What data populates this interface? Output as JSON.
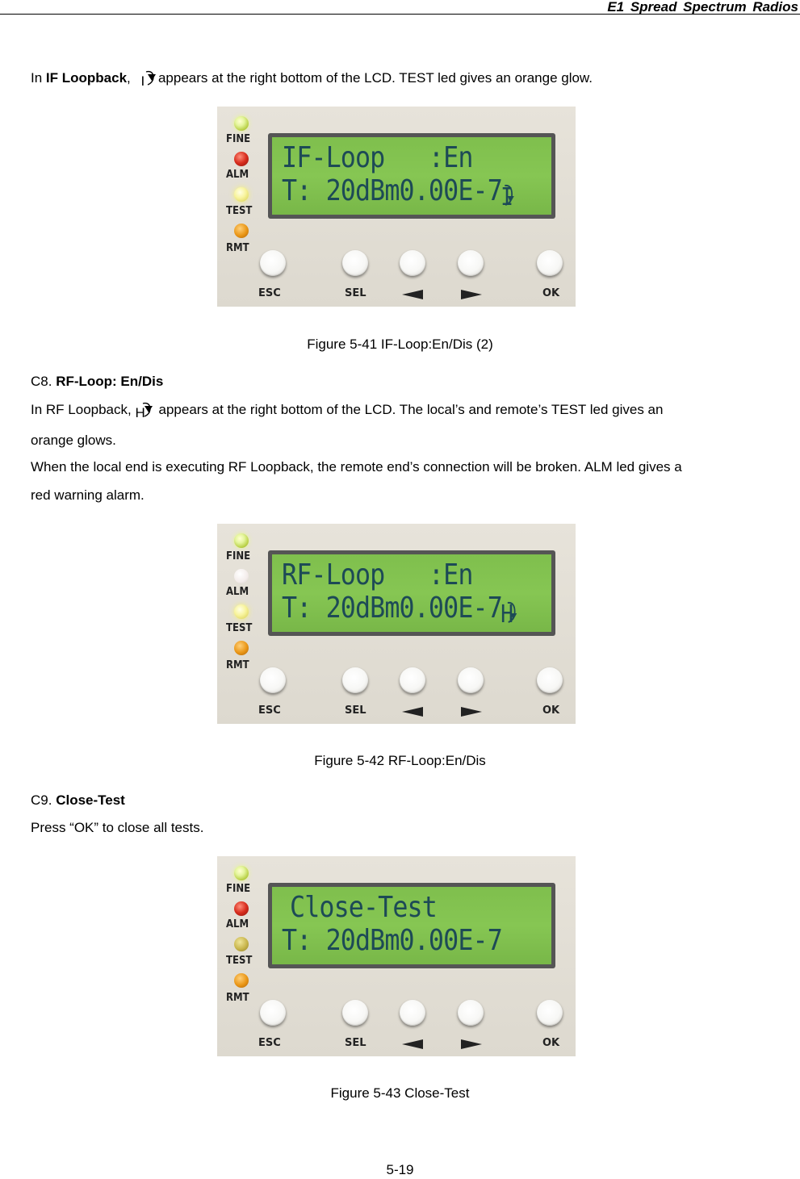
{
  "header": {
    "title": "E1 Spread Spectrum Radios"
  },
  "intro": {
    "text_before": "In ",
    "bold": "IF Loopback",
    "text_comma": ",",
    "icon_letter": "I",
    "text_after": "appears at the right bottom of the LCD. TEST led gives an orange glow."
  },
  "figures": [
    {
      "caption": "Figure 5-41 IF-Loop:En/Dis (2)",
      "lcd_line1": "IF-Loop   :En",
      "lcd_line2": "T: 20dBm0.00E-7",
      "lcd_icon": "I",
      "leds": [
        "green",
        "red",
        "yellow",
        "orange"
      ]
    },
    {
      "caption": "Figure 5-42 RF-Loop:En/Dis",
      "lcd_line1": "RF-Loop   :En",
      "lcd_line2": "T: 20dBm0.00E-7",
      "lcd_icon": "H",
      "leds": [
        "green",
        "white",
        "yellow",
        "orange"
      ]
    },
    {
      "caption": "Figure 5-43 Close-Test",
      "lcd_line1": "Close-Test",
      "lcd_line2": "T: 20dBm0.00E-7",
      "lcd_icon": "",
      "leds": [
        "green",
        "red",
        "olive",
        "orange"
      ]
    }
  ],
  "panel_labels": {
    "led_fine": "FINE",
    "led_alm": "ALM",
    "led_test": "TEST",
    "led_rmt": "RMT",
    "btn_esc": "ESC",
    "btn_sel": "SEL",
    "btn_ok": "OK"
  },
  "c8": {
    "prefix": "C8. ",
    "title": "RF-Loop: En/Dis",
    "line1_before": "In RF Loopback,",
    "icon_letter": "H",
    "line1_after": "appears at the right bottom of the LCD. The local’s and remote’s TEST led gives an",
    "line2": "orange glows.",
    "line3": "When the local end is executing RF Loopback, the remote end’s connection will be broken. ALM led gives a",
    "line4": "red warning alarm."
  },
  "c9": {
    "prefix": "C9. ",
    "title": "Close-Test",
    "line1": "Press “OK” to close all tests."
  },
  "page_number": "5-19"
}
